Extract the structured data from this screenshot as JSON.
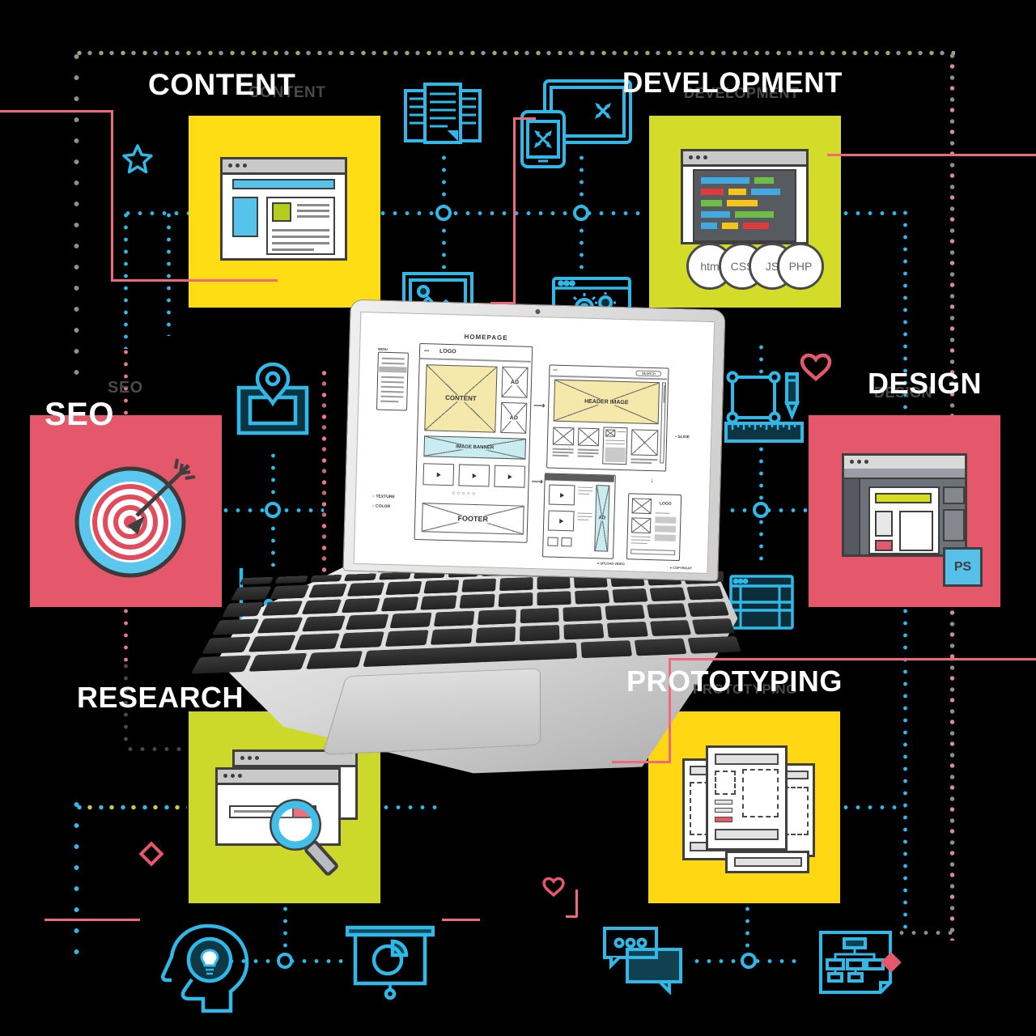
{
  "background_color": "#000000",
  "sections": {
    "content": {
      "label": "CONTENT",
      "echo": "CONTENT",
      "square_color": "#ffdd15",
      "icon": "browser-article-icon"
    },
    "development": {
      "label": "DEVELOPMENT",
      "echo": "DEVELOPMENT",
      "square_color": "#d3dc28",
      "icon": "code-editor-icon",
      "badges": [
        "htm",
        "CSS",
        "JS",
        "PHP"
      ]
    },
    "seo": {
      "label": "SEO",
      "echo": "SEO",
      "square_color": "#e5576b",
      "icon": "target-arrow-icon"
    },
    "design": {
      "label": "DESIGN",
      "echo": "DESIGN",
      "square_color": "#e5576b",
      "icon": "photoshop-window-icon",
      "badge": "PS"
    },
    "research": {
      "label": "RESEARCH",
      "square_color": "#ccd82a",
      "icon": "browser-magnifier-icon"
    },
    "prototyping": {
      "label": "PROTOTYPING",
      "echo": "PROTOTYPING",
      "square_color": "#ffd713",
      "icon": "wireframe-sheets-icon"
    }
  },
  "laptop": {
    "screen_labels": {
      "homepage": "HOMEPAGE",
      "menu": "MENU",
      "logo": "LOGO",
      "content": "CONTENT",
      "ad1": "AD",
      "ad2": "AD",
      "image_banner": "IMAGE BANNER",
      "footer": "FOOTER",
      "texture": "TEXTURE",
      "color": "COLOR",
      "search": "SEARCH",
      "header_image": "HEADER IMAGE",
      "slide": "SLIDE",
      "ad_vertical": "AD",
      "upload_video": "UPLOAD VIDEO",
      "logo_small": "LOGO",
      "copyright": "COPYRIGHT"
    }
  },
  "colors": {
    "cyan_icon": "#2fb9e8",
    "red_accent": "#e5576b",
    "red_line": "#f0697a",
    "square_yellow": "#ffdd15",
    "square_lime": "#d3dc28",
    "square_red": "#e5576b",
    "code_blue": "#3fa9e0",
    "code_green": "#6cbe45",
    "code_red": "#e03a3a",
    "code_yellow": "#f5c518",
    "wire_yellow": "#f4e9ab",
    "wire_cyan": "#c8ecef",
    "ps_blue": "#56c0e8"
  },
  "decor_icons": [
    "documents-stack-icon",
    "responsive-devices-icon",
    "star-icon",
    "photo-icon",
    "browser-gears-icon",
    "map-pin-icon",
    "artboard-pencil-icon",
    "ruler-icon",
    "heart-icon",
    "growth-chart-icon",
    "data-table-icon",
    "idea-head-icon",
    "presentation-chart-icon",
    "chat-bubbles-icon",
    "sitemap-document-icon",
    "diamond-outline-icon",
    "diamond-filled-icon",
    "small-heart-icon"
  ]
}
